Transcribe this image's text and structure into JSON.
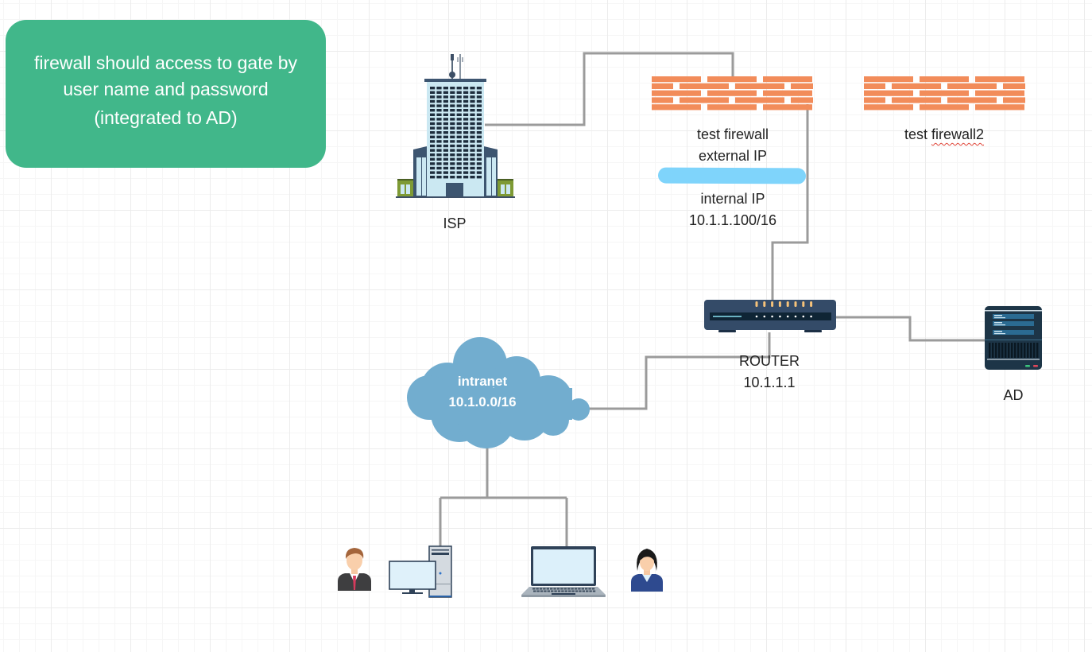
{
  "note": {
    "line1": "firewall should access to gate by",
    "line2": "user name and password",
    "line3": "(integrated to AD)",
    "color": "#41b78a"
  },
  "nodes": {
    "isp": {
      "label": "ISP",
      "icon": "office-building-icon"
    },
    "firewall1": {
      "icon": "brick-firewall-icon",
      "name": "test firewall",
      "external_label": "external IP",
      "external_value": "[redacted]",
      "internal_label": "internal IP",
      "internal_value": "10.1.1.100/16"
    },
    "firewall2": {
      "icon": "brick-firewall-icon",
      "name_prefix": "test ",
      "name_word": "firewall2"
    },
    "router": {
      "icon": "router-icon",
      "name": "ROUTER",
      "ip": "10.1.1.1"
    },
    "ad": {
      "icon": "server-icon",
      "label": "AD"
    },
    "intranet": {
      "icon": "cloud-icon",
      "name": "intranet",
      "subnet": "10.1.0.0/16"
    },
    "desktop_user": {
      "icon": "male-user-icon"
    },
    "desktop": {
      "icon": "desktop-computer-icon"
    },
    "laptop": {
      "icon": "laptop-icon"
    },
    "laptop_user": {
      "icon": "female-user-icon"
    }
  },
  "colors": {
    "wire": "#9b9b9b",
    "brick": "#f28c5a",
    "cloud": "#72adcf",
    "redaction": "#7fd4fb"
  }
}
